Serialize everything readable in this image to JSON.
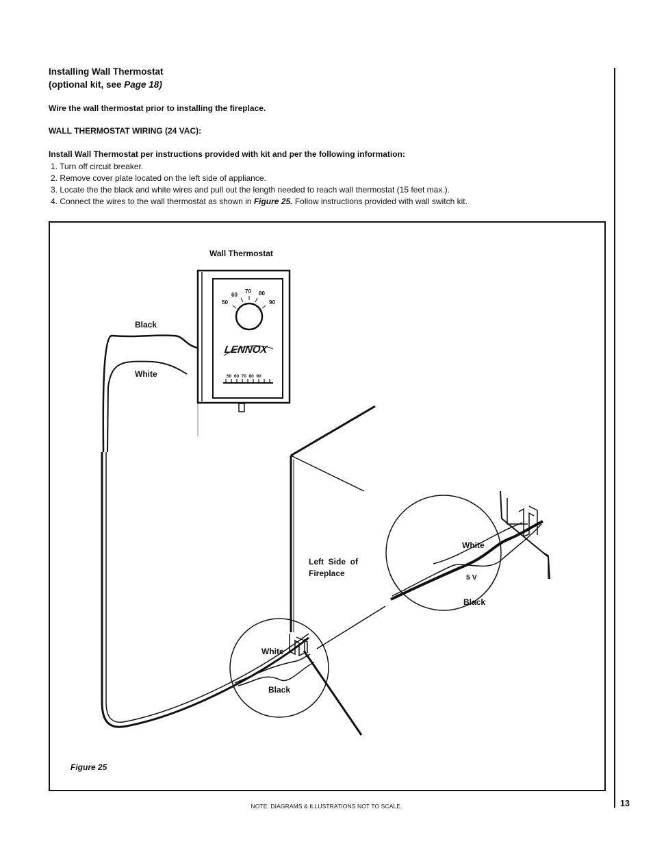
{
  "heading": {
    "line1": "Installing Wall Thermostat",
    "line2_prefix": "(optional kit, see ",
    "line2_ref": "Page 18)"
  },
  "intro": "Wire the wall thermostat prior to installing the fireplace.",
  "wiring_heading": "WALL THERMOSTAT WIRING (24 VAC):",
  "install_heading": "Install Wall Thermostat per instructions provided with kit and per the following information:",
  "steps": [
    "1. Turn off circuit breaker.",
    "2. Remove cover plate located on the left side of appliance.",
    "3. Locate the the black and white  wires and pull out the length needed to reach wall thermostat (15 feet max.)."
  ],
  "step4": {
    "prefix": "4. Connect the wires to the wall thermostat as shown in ",
    "ref": "Figure 25.",
    "suffix": " Follow instructions provided with wall switch kit."
  },
  "figure": {
    "caption": "Figure 25",
    "labels": {
      "wall_thermostat": "Wall Thermostat",
      "black_top": "Black",
      "white_top": "White",
      "left_side_1": "Left  Side  of",
      "left_side_2": "Fireplace",
      "white_detail": "White",
      "five_v": "5 V",
      "black_detail": "Black",
      "white_bottom": "White",
      "black_bottom": "Black"
    },
    "thermostat": {
      "brand": "LENNOX",
      "dial_numbers": [
        "50",
        "60",
        "70",
        "80",
        "90"
      ],
      "scale_text": "50  60  70  80  90"
    }
  },
  "note": "NOTE: DIAGRAMS & ILLUSTRATIONS NOT TO SCALE.",
  "page_number": "13"
}
